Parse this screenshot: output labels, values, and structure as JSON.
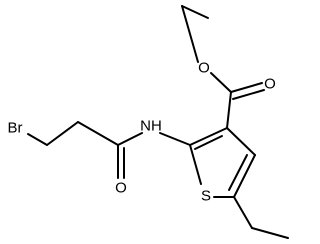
{
  "atoms": {
    "br": "Br",
    "nh": "NH",
    "o_amide": "O",
    "o_ester_single": "O",
    "o_ester_double": "O",
    "s": "S"
  },
  "colors": {
    "bond": "#000000",
    "label": "#000000",
    "background": "#ffffff"
  }
}
